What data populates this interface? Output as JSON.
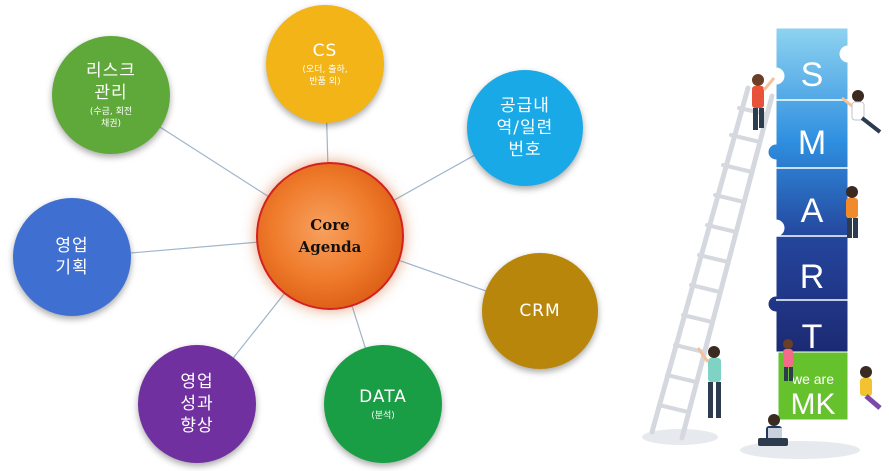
{
  "core": {
    "line1": "Core",
    "line2": "Agenda"
  },
  "nodes": [
    {
      "id": "cs",
      "main": [
        "CS"
      ],
      "sub": [
        "(오더, 출하,",
        "반품 외)"
      ],
      "color": "#f2b417"
    },
    {
      "id": "supply",
      "main": [
        "공급내",
        "역/일련",
        "번호"
      ],
      "sub": [],
      "color": "#18a9e6"
    },
    {
      "id": "crm",
      "main": [
        "CRM"
      ],
      "sub": [],
      "color": "#b8860b"
    },
    {
      "id": "data",
      "main": [
        "DATA"
      ],
      "sub": [
        "(분석)"
      ],
      "color": "#1a9e45"
    },
    {
      "id": "perf",
      "main": [
        "영업",
        "성과",
        "향상"
      ],
      "sub": [],
      "color": "#7030a0"
    },
    {
      "id": "plan",
      "main": [
        "영업",
        "기획"
      ],
      "sub": [],
      "color": "#3f6fd1"
    },
    {
      "id": "risk",
      "main": [
        "리스크",
        "관리"
      ],
      "sub": [
        "(수금, 회전",
        "채권)"
      ],
      "color": "#5fa83a"
    }
  ],
  "illustration": {
    "letters": [
      "S",
      "M",
      "A",
      "R",
      "T"
    ],
    "badge_line1": "we are",
    "badge_line2": "MK",
    "colors": {
      "top": "#8ed3f0",
      "mid": "#2f8fe0",
      "low": "#24459c",
      "bottom": "#1c2a74",
      "badge": "#66c22c"
    }
  }
}
